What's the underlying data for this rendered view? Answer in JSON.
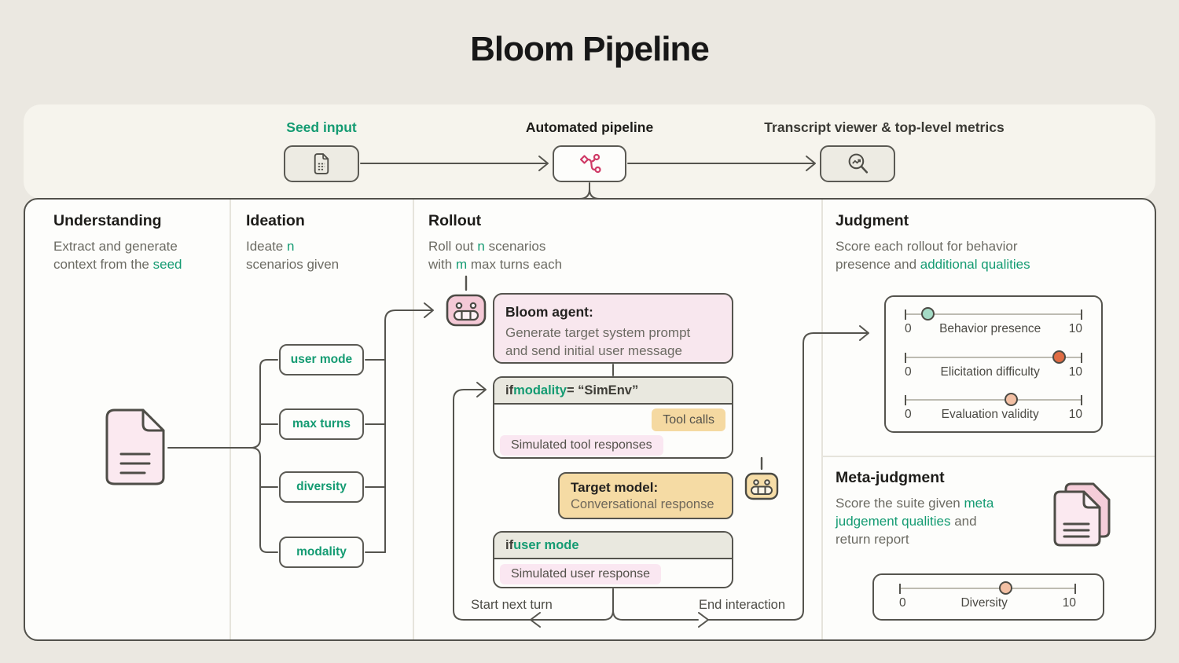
{
  "title": "Bloom Pipeline",
  "colors": {
    "green": "#149b72",
    "wire": "#55544e",
    "pink_box": "#f8e7ee",
    "pink_badge": "#fae7f1",
    "tan_box": "#f5dba4",
    "tan_badge": "#f5d9a1"
  },
  "icons": {
    "seed": "document-icon",
    "pipeline": "workflow-icon",
    "viewer": "magnifier-chart-icon",
    "bloom_agent": "robot-icon-pink",
    "target_model": "robot-icon-orange",
    "understanding_doc": "document-icon-pink",
    "meta_report": "stacked-documents-icon-pink"
  },
  "top_flow": {
    "seed_label": "Seed input",
    "pipeline_label": "Automated pipeline",
    "viewer_label": "Transcript viewer & top-level metrics"
  },
  "stages": {
    "understanding": {
      "title": "Understanding",
      "desc": [
        {
          "t": "Extract and generate"
        },
        {
          "br": true
        },
        {
          "t": "context from the "
        },
        {
          "t": "seed",
          "g": true
        }
      ]
    },
    "ideation": {
      "title": "Ideation",
      "desc": [
        {
          "t": "Ideate "
        },
        {
          "t": "n",
          "g": true
        },
        {
          "br": true
        },
        {
          "t": "scenarios given"
        }
      ],
      "pills": [
        "user mode",
        "max turns",
        "diversity",
        "modality"
      ]
    },
    "rollout": {
      "title": "Rollout",
      "desc": [
        {
          "t": "Roll out "
        },
        {
          "t": "n",
          "g": true
        },
        {
          "t": " scenarios"
        },
        {
          "br": true
        },
        {
          "t": "with "
        },
        {
          "t": "m",
          "g": true
        },
        {
          "t": " max turns each"
        }
      ],
      "bloom_agent": {
        "title": "Bloom agent:",
        "body": [
          {
            "t": "Generate target system prompt"
          },
          {
            "br": true
          },
          {
            "t": "and send initial user message"
          }
        ]
      },
      "if_modality": {
        "header": [
          {
            "t": "if "
          },
          {
            "t": "modality",
            "g": true
          },
          {
            "t": " = “SimEnv”"
          }
        ],
        "tool_calls": "Tool calls",
        "sim_tool": "Simulated tool responses"
      },
      "target_model": {
        "title": "Target model:",
        "body": "Conversational response"
      },
      "if_user": {
        "header": [
          {
            "t": "if "
          },
          {
            "t": "user mode",
            "g": true
          }
        ],
        "sim_user": "Simulated user response"
      },
      "start_next_turn": "Start next turn",
      "end_interaction": "End interaction"
    },
    "judgment": {
      "title": "Judgment",
      "desc": [
        {
          "t": "Score each rollout for behavior"
        },
        {
          "br": true
        },
        {
          "t": "presence and "
        },
        {
          "t": "additional qualities",
          "g": true
        }
      ],
      "sliders": [
        {
          "min": "0",
          "label": "Behavior presence",
          "max": "10",
          "value": 1.3,
          "color": "#a5dbc6"
        },
        {
          "min": "0",
          "label": "Elicitation difficulty",
          "max": "10",
          "value": 8.7,
          "color": "#e06c43"
        },
        {
          "min": "0",
          "label": "Evaluation validity",
          "max": "10",
          "value": 6,
          "color": "#f3c0a4"
        }
      ]
    },
    "meta_judgment": {
      "title": "Meta-judgment",
      "desc": [
        {
          "t": "Score the suite given "
        },
        {
          "t": "meta",
          "g": true
        },
        {
          "br": true
        },
        {
          "t": "judgement qualities",
          "g": true
        },
        {
          "t": " and"
        },
        {
          "br": true
        },
        {
          "t": "return report"
        }
      ],
      "slider": {
        "min": "0",
        "label": "Diversity",
        "max": "10",
        "value": 6,
        "color": "#f3c0a4"
      }
    }
  }
}
